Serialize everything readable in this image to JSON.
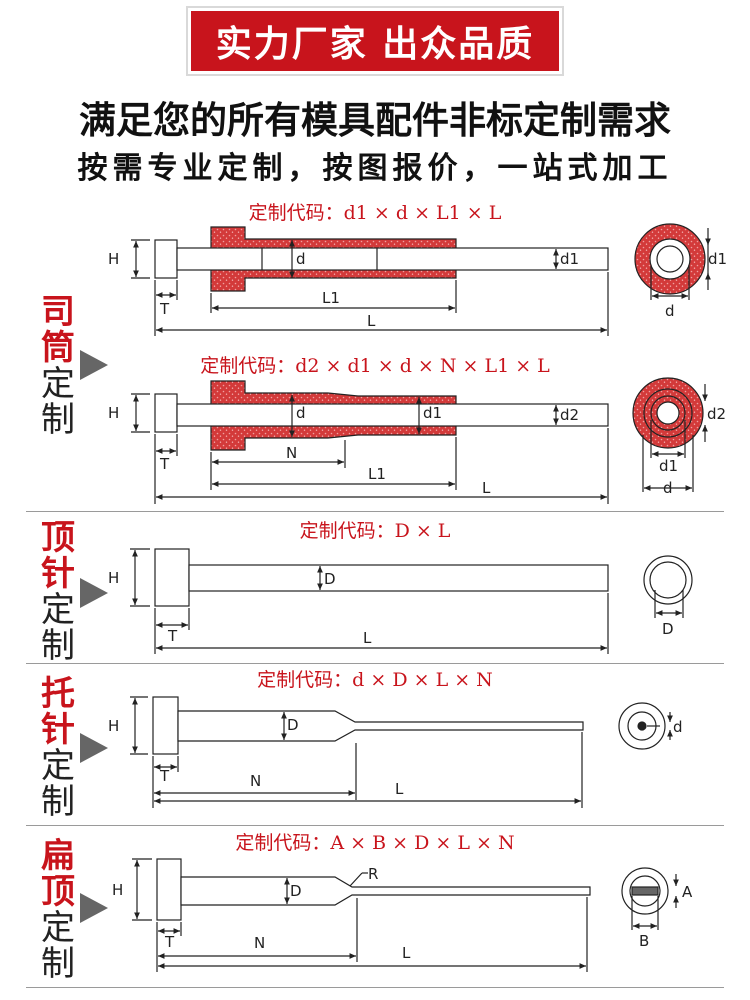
{
  "banner": "实力厂家 出众品质",
  "headline": "满足您的所有模具配件非标定制需求",
  "subheadline": "按需专业定制，按图报价，一站式加工",
  "sections": [
    {
      "side": [
        "司",
        "筒",
        "定",
        "制"
      ],
      "items": [
        {
          "code": "定制代码：d1 × d × L1 × L",
          "labels": {
            "H": "H",
            "T": "T",
            "d": "d",
            "d1": "d1",
            "L1": "L1",
            "L": "L"
          },
          "end_labels": {
            "d1": "d1",
            "d": "d"
          }
        },
        {
          "code": "定制代码：d2 × d1 × d × N × L1 × L",
          "labels": {
            "H": "H",
            "T": "T",
            "d": "d",
            "d1": "d1",
            "d2": "d2",
            "N": "N",
            "L1": "L1",
            "L": "L"
          },
          "end_labels": {
            "d2": "d2",
            "d1": "d1",
            "d": "d"
          }
        }
      ]
    },
    {
      "side": [
        "顶",
        "针",
        "定",
        "制"
      ],
      "code": "定制代码：D × L",
      "labels": {
        "H": "H",
        "T": "T",
        "D": "D",
        "L": "L"
      },
      "end_labels": {
        "D": "D"
      }
    },
    {
      "side": [
        "托",
        "针",
        "定",
        "制"
      ],
      "code": "定制代码：d × D × L × N",
      "labels": {
        "H": "H",
        "T": "T",
        "D": "D",
        "N": "N",
        "L": "L"
      },
      "end_labels": {
        "d": "d"
      }
    },
    {
      "side": [
        "扁",
        "顶",
        "定",
        "制"
      ],
      "code": "定制代码：A × B × D × L × N",
      "labels": {
        "H": "H",
        "T": "T",
        "D": "D",
        "R": "R",
        "N": "N",
        "L": "L"
      },
      "end_labels": {
        "A": "A",
        "B": "B"
      }
    }
  ],
  "colors": {
    "red": "#c8141c",
    "sleeve_fill": "#d33a3a",
    "outline": "#222222"
  }
}
